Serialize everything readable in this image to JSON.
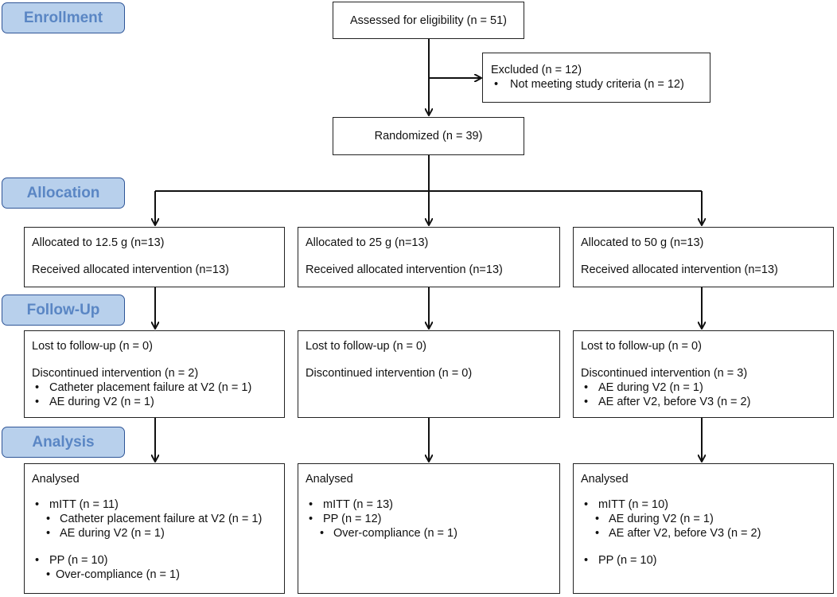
{
  "stages": {
    "enrollment": "Enrollment",
    "allocation": "Allocation",
    "follow_up": "Follow-Up",
    "analysis": "Analysis"
  },
  "assessed": "Assessed for eligibility (n = 51)",
  "excluded": {
    "title": "Excluded (n = 12)",
    "reason": "Not meeting study criteria (n = 12)"
  },
  "randomized": "Randomized (n = 39)",
  "arms": [
    {
      "allocated": "Allocated to 12.5 g (n=13)",
      "received": "Received  allocated intervention (n=13)",
      "lost": "Lost to follow-up (n = 0)",
      "discontinued": "Discontinued intervention (n = 2)",
      "discontinued_items": [
        "Catheter placement failure at V2 (n = 1)",
        "AE during V2 (n = 1)"
      ],
      "analysed": "Analysed",
      "mitt": "mITT (n = 11)",
      "mitt_items": [
        "Catheter placement failure at V2 (n = 1)",
        "AE during V2 (n = 1)"
      ],
      "pp": "PP (n = 10)",
      "pp_items": [
        "Over-compliance (n = 1)"
      ]
    },
    {
      "allocated": "Allocated to 25 g (n=13)",
      "received": "Received  allocated intervention (n=13)",
      "lost": "Lost to follow-up (n = 0)",
      "discontinued": "Discontinued intervention (n = 0)",
      "discontinued_items": [],
      "analysed": "Analysed",
      "mitt": "mITT (n = 13)",
      "mitt_items": [],
      "pp": "PP (n = 12)",
      "pp_items": [
        "Over-compliance (n = 1)"
      ]
    },
    {
      "allocated": "Allocated to 50 g (n=13)",
      "received": "Received  allocated intervention (n=13)",
      "lost": "Lost to follow-up (n = 0)",
      "discontinued": "Discontinued intervention (n = 3)",
      "discontinued_items": [
        "AE during V2 (n = 1)",
        "AE after V2, before V3 (n = 2)"
      ],
      "analysed": "Analysed",
      "mitt": "mITT (n = 10)",
      "mitt_items": [
        "AE during V2 (n = 1)",
        "AE after V2, before V3 (n = 2)"
      ],
      "pp": "PP (n = 10)",
      "pp_items": []
    }
  ]
}
